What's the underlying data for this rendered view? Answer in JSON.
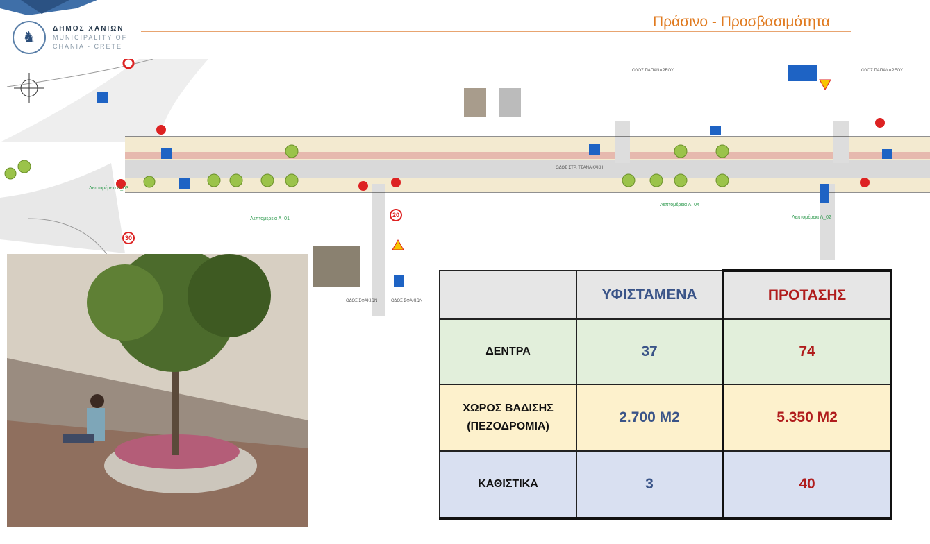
{
  "header": {
    "title": "Πράσινο - Προσβασιμότητα",
    "logo_line1": "ΔΗΜΟΣ ΧΑΝΙΩΝ",
    "logo_line2": "MUNICIPALITY OF",
    "logo_line3": "CHANIA - CRETE"
  },
  "map": {
    "street_top": "ΟΔΟΣ ΠΑΠΑΝΔΡΕΟΥ",
    "street_main": "ΟΔΟΣ ΣΤΡ. ΤΣΑΝΑΚΑΚΗ",
    "street_side": "ΟΔΟΣ ΣΦΑΚΙΩΝ",
    "details": [
      "Λεπτομέρεια Λ_01",
      "Λεπτομέρεια Λ_03",
      "Λεπτομέρεια Λ_04",
      "Λεπτομέρεια Λ_02"
    ],
    "speed_signs": [
      "30",
      "20"
    ]
  },
  "table": {
    "headers": [
      "",
      "ΥΦΙΣΤΑΜΕΝΑ",
      "ΠΡΟΤΑΣΗΣ"
    ],
    "rows": [
      {
        "label": "ΔΕΝΤΡΑ",
        "existing": "37",
        "proposed": "74"
      },
      {
        "label": "ΧΩΡΟΣ ΒΑΔΙΣΗΣ (ΠΕΖΟΔΡΟΜΙΑ)",
        "existing": "2.700 Μ2",
        "proposed": "5.350 Μ2"
      },
      {
        "label": "ΚΑΘΙΣΤΙΚΑ",
        "existing": "3",
        "proposed": "40"
      }
    ]
  },
  "colors": {
    "accent": "#e07a1f",
    "existing": "#3a5488",
    "proposed": "#b01c1c"
  }
}
